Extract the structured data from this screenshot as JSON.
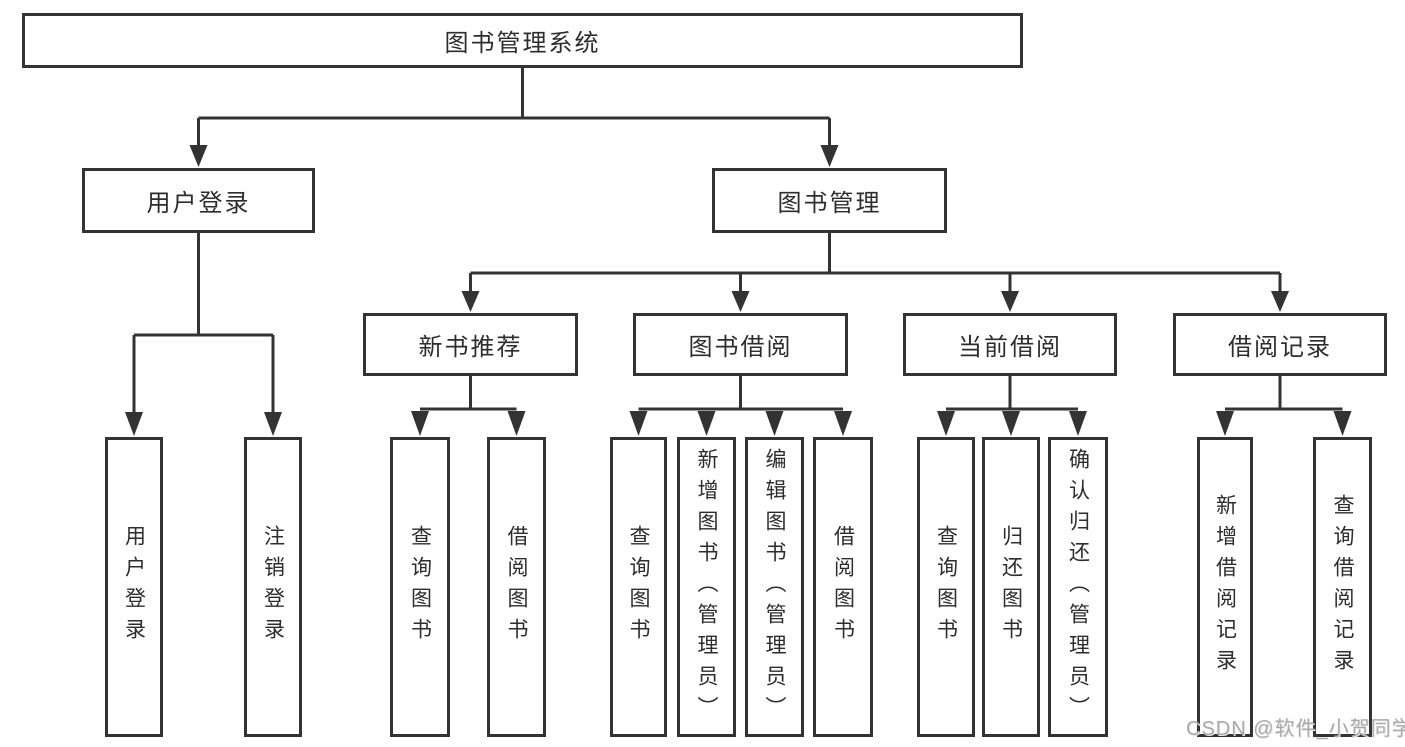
{
  "tree": {
    "label": "图书管理系统",
    "children": [
      {
        "label": "用户登录",
        "children": [
          {
            "label": "用户登录"
          },
          {
            "label": "注销登录"
          }
        ]
      },
      {
        "label": "图书管理",
        "children": [
          {
            "label": "新书推荐",
            "children": [
              {
                "label": "查询图书"
              },
              {
                "label": "借阅图书"
              }
            ]
          },
          {
            "label": "图书借阅",
            "children": [
              {
                "label": "查询图书"
              },
              {
                "label": "新增图书（管理员）"
              },
              {
                "label": "编辑图书（管理员）"
              },
              {
                "label": "借阅图书"
              }
            ]
          },
          {
            "label": "当前借阅",
            "children": [
              {
                "label": "查询图书"
              },
              {
                "label": "归还图书"
              },
              {
                "label": "确认归还（管理员）"
              }
            ]
          },
          {
            "label": "借阅记录",
            "children": [
              {
                "label": "新增借阅记录"
              },
              {
                "label": "查询借阅记录"
              }
            ]
          }
        ]
      }
    ]
  },
  "watermark": "CSDN @软件_小贺同学",
  "colors": {
    "line": "#333333",
    "box_fill": "#ffffff",
    "text": "#2d2d2d",
    "watermark": "#aaaaaa",
    "background": "#ffffff"
  }
}
